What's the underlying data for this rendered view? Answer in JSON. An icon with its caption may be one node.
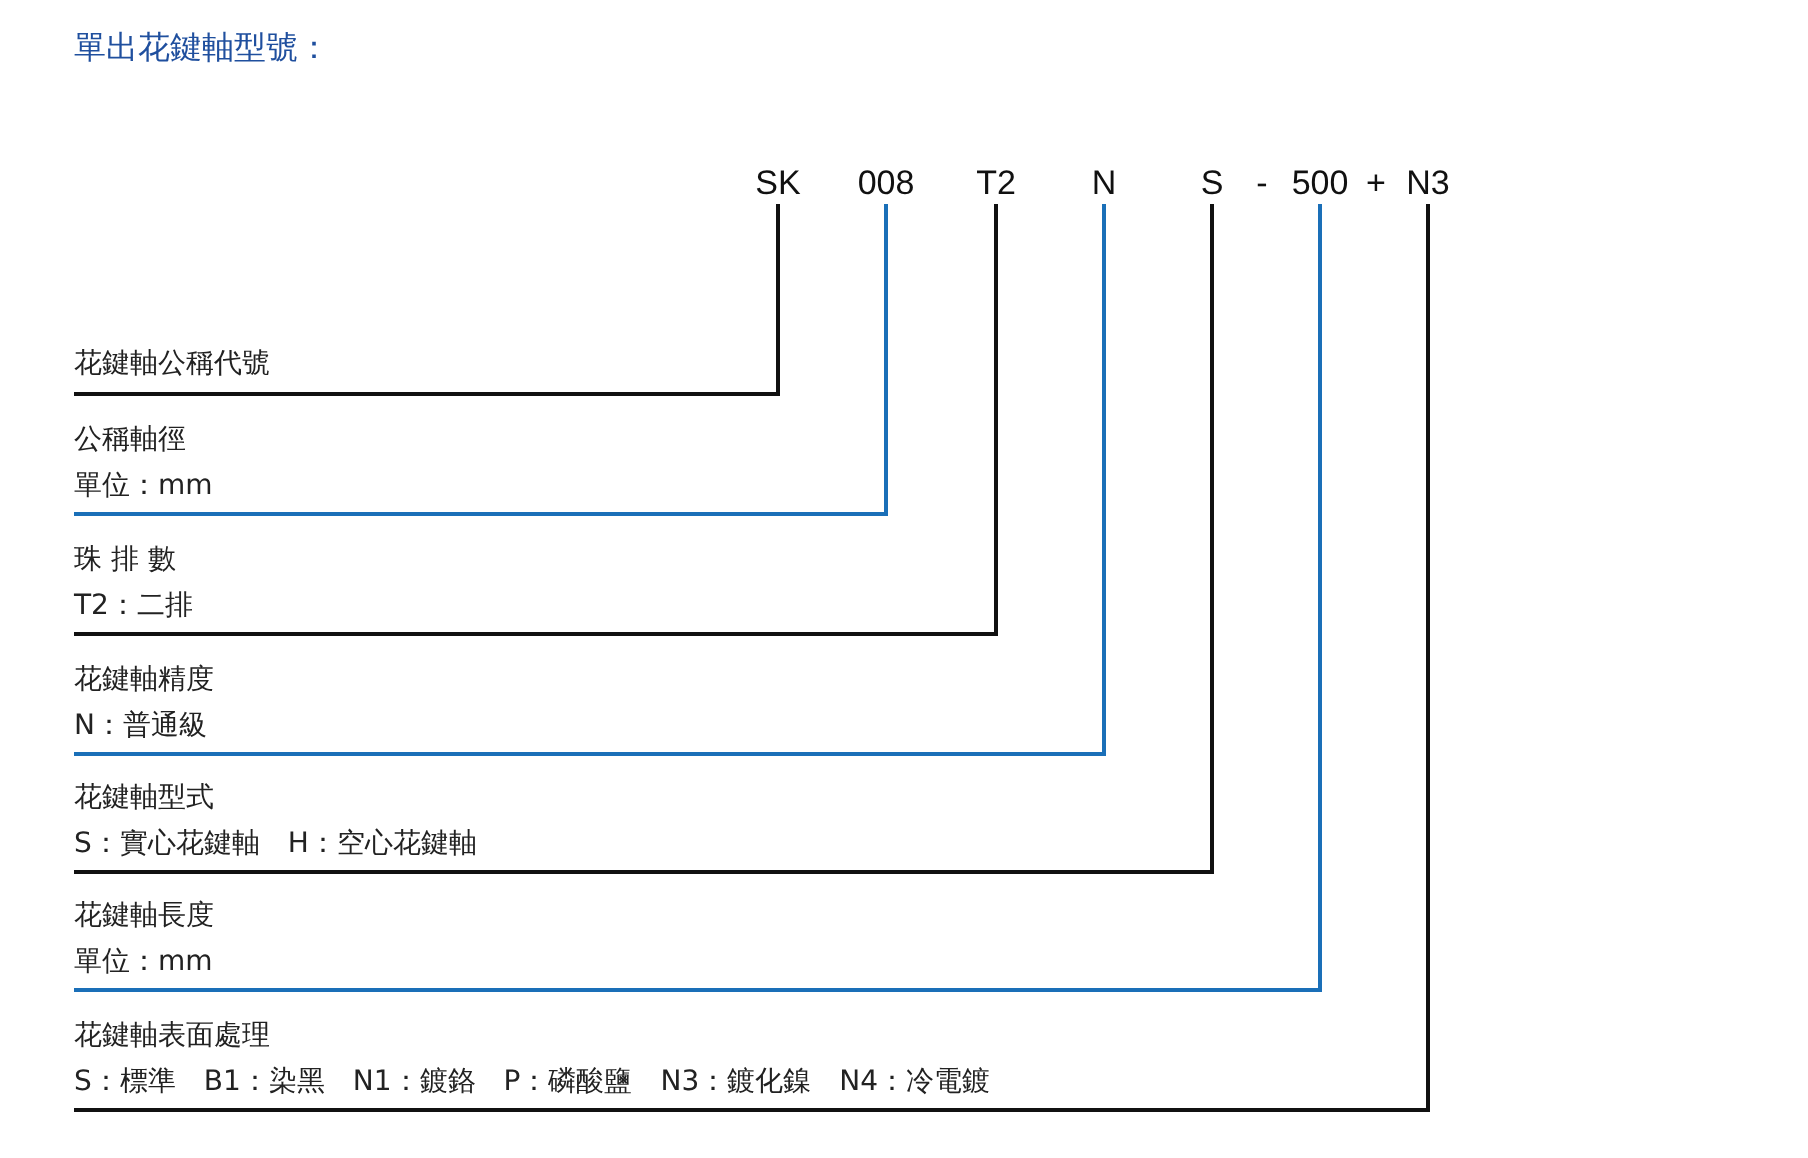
{
  "diagram": {
    "title": "單出花鍵軸型號：",
    "nodes": [
      {
        "text": [
          "SK"
        ]
      },
      {
        "text": [
          "008"
        ]
      },
      {
        "text": [
          "T2"
        ]
      },
      {
        "text": [
          "N"
        ]
      },
      {
        "text": [
          "S"
        ]
      },
      {
        "text": [
          "500"
        ]
      },
      {
        "text": [
          "N3"
        ]
      },
      {
        "text": [
          "花鍵軸公稱代號"
        ]
      },
      {
        "text": [
          "公稱軸徑",
          "單位：mm"
        ]
      },
      {
        "text": [
          "珠 排 數",
          "T2：二排"
        ]
      },
      {
        "text": [
          "花鍵軸精度",
          "N：普通級"
        ]
      },
      {
        "text": [
          "花鍵軸型式",
          "S：實心花鍵軸　H：空心花鍵軸"
        ]
      },
      {
        "text": [
          "花鍵軸長度",
          "單位：mm"
        ]
      },
      {
        "text": [
          "花鍵軸表面處理",
          "S：標準　B1：染黑　N1：鍍鉻　P：磷酸鹽　N3：鍍化鎳　N4：冷電鍍"
        ]
      }
    ],
    "edges": [
      {
        "from": 0,
        "to": 7,
        "arrow": "none"
      },
      {
        "from": 1,
        "to": 8,
        "arrow": "none",
        "color": "#1a6fb8"
      },
      {
        "from": 2,
        "to": 9,
        "arrow": "none"
      },
      {
        "from": 3,
        "to": 10,
        "arrow": "none",
        "color": "#1a6fb8"
      },
      {
        "from": 4,
        "to": 11,
        "arrow": "none"
      },
      {
        "from": 5,
        "to": 12,
        "arrow": "none",
        "color": "#1a6fb8"
      },
      {
        "from": 6,
        "to": 13,
        "arrow": "none"
      }
    ],
    "labels": [
      "-",
      "+"
    ]
  }
}
